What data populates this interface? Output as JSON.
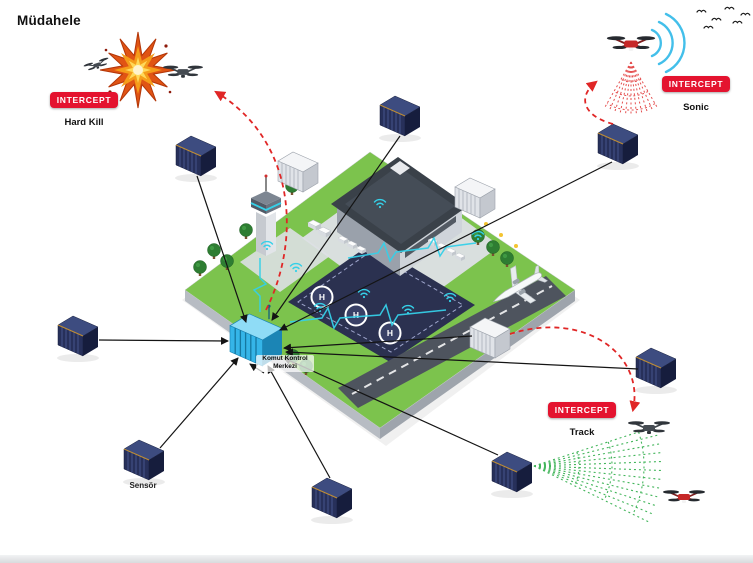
{
  "title": "Müdahele",
  "badges": {
    "hard_kill": {
      "badge": "INTERCEPT",
      "label": "Hard Kill"
    },
    "sonic": {
      "badge": "INTERCEPT",
      "label": "Sonic"
    },
    "track": {
      "badge": "INTERCEPT",
      "label": "Track"
    }
  },
  "labels": {
    "sensor": "Sensör",
    "command_center_line1": "Komut Kontrol",
    "command_center_line2": "Merkezi",
    "helipad": "H"
  },
  "colors": {
    "badge_red": "#e4132f",
    "arrow_black": "#141414",
    "dashed_red": "#e02626",
    "signal_cyan": "#35d0e8",
    "cone_green": "#2fae4a",
    "cone_red": "#e03030",
    "container_navy": "#27305a",
    "command_blue": "#35b5e8",
    "grass": "#7cc34d",
    "apron": "#2b3150",
    "runway": "#4e545e"
  }
}
